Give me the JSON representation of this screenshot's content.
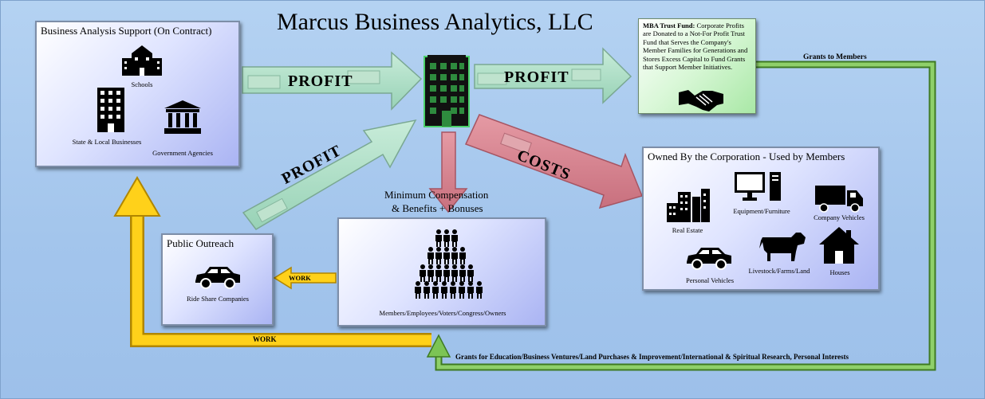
{
  "title": "Marcus Business Analytics, LLC",
  "business_support": {
    "header": "Business Analysis Support (On Contract)",
    "schools": "Schools",
    "state_local": "State & Local Businesses",
    "government": "Government Agencies"
  },
  "trust_fund": {
    "heading": "MBA Trust Fund:",
    "body": "Corporate Profits are Donated to a Not-For Profit Trust Fund that Serves the Company's Member Families for Generations and Stores Excess Capital to Fund Grants that Support Member Initiatives."
  },
  "owned": {
    "header": "Owned By the Corporation - Used by Members",
    "real_estate": "Real Estate",
    "equipment": "Equipment/Furniture",
    "vehicles": "Company Vehicles",
    "personal_vehicles": "Personal Vehicles",
    "livestock": "Livestock/Farms/Land",
    "houses": "Houses"
  },
  "public_outreach": {
    "header": "Public Outreach",
    "ride_share": "Ride Share Companies"
  },
  "compensation": {
    "line1": "Minimum Compensation",
    "line2": "& Benefits + Bonuses",
    "members": "Members/Employees/Voters/Congress/Owners"
  },
  "arrows": {
    "profit_1": "PROFIT",
    "profit_2": "PROFIT",
    "profit_3": "PROFIT",
    "costs": "COSTS",
    "work_small": "WORK",
    "work_bottom": "WORK",
    "grants_members": "Grants to Members",
    "grants_bottom": "Grants for Education/Business Ventures/Land Purchases & Improvement/International & Spiritual Research, Personal Interests"
  },
  "colors": {
    "profit_arrow": "#a9dcc4",
    "costs_arrow": "#d7838f",
    "work_arrow": "#f6c200",
    "grants_arrow": "#6fb24a"
  },
  "icons": [
    "school-icon",
    "office-building-icon",
    "government-building-icon",
    "tower-building-icon",
    "handshake-icon",
    "city-buildings-icon",
    "computer-icon",
    "truck-icon",
    "car-icon",
    "cow-icon",
    "house-icon",
    "people-pyramid-icon"
  ]
}
